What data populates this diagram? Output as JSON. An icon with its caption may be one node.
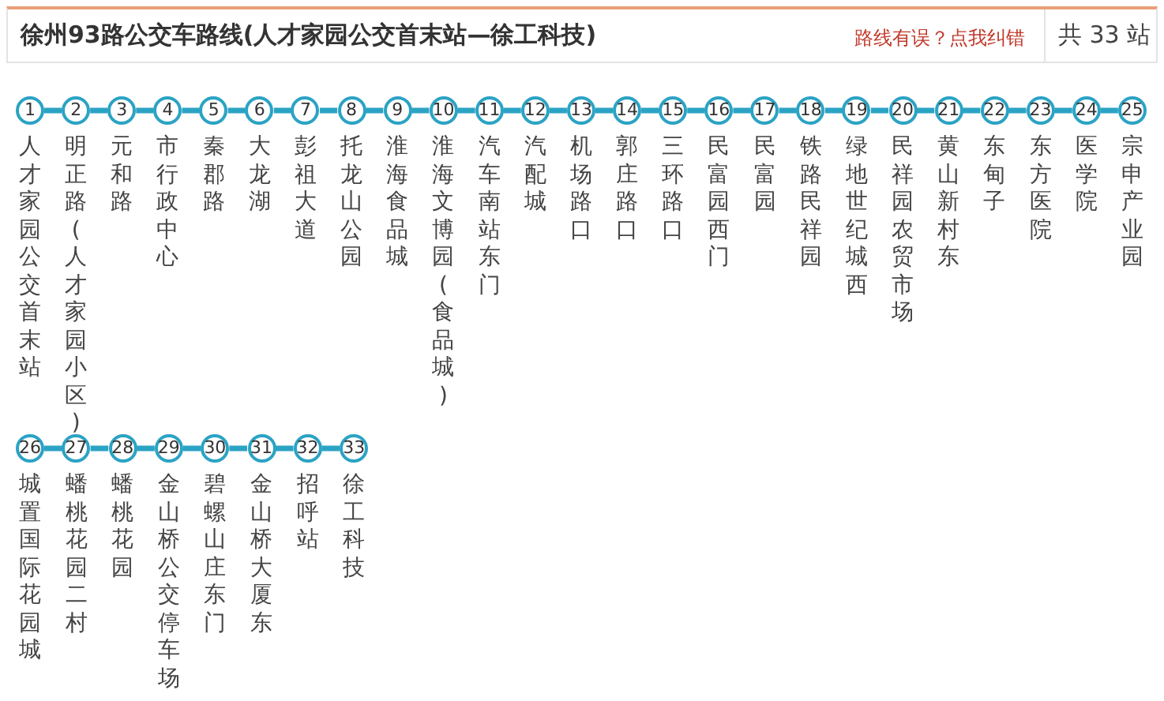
{
  "diagram": {
    "title": "徐州93路公交车路线(人才家园公交首末站—徐工科技)",
    "nodes": [
      {
        "text": [
          "1"
        ],
        "beside": [
          "人才家园公交首末站"
        ]
      },
      {
        "text": [
          "2"
        ],
        "beside": [
          "明正路(人才家园小区)"
        ]
      },
      {
        "text": [
          "3"
        ],
        "beside": [
          "元和路"
        ]
      },
      {
        "text": [
          "4"
        ],
        "beside": [
          "市行政中心"
        ]
      },
      {
        "text": [
          "5"
        ],
        "beside": [
          "秦郡路"
        ]
      },
      {
        "text": [
          "6"
        ],
        "beside": [
          "大龙湖"
        ]
      },
      {
        "text": [
          "7"
        ],
        "beside": [
          "彭祖大道"
        ]
      },
      {
        "text": [
          "8"
        ],
        "beside": [
          "托龙山公园"
        ]
      },
      {
        "text": [
          "9"
        ],
        "beside": [
          "淮海食品城"
        ]
      },
      {
        "text": [
          "10"
        ],
        "beside": [
          "淮海文博园(食品城)"
        ]
      },
      {
        "text": [
          "11"
        ],
        "beside": [
          "汽车南站东门"
        ]
      },
      {
        "text": [
          "12"
        ],
        "beside": [
          "汽配城"
        ]
      },
      {
        "text": [
          "13"
        ],
        "beside": [
          "机场路口"
        ]
      },
      {
        "text": [
          "14"
        ],
        "beside": [
          "郭庄路口"
        ]
      },
      {
        "text": [
          "15"
        ],
        "beside": [
          "三环路口"
        ]
      },
      {
        "text": [
          "16"
        ],
        "beside": [
          "民富园西门"
        ]
      },
      {
        "text": [
          "17"
        ],
        "beside": [
          "民富园"
        ]
      },
      {
        "text": [
          "18"
        ],
        "beside": [
          "铁路民祥园"
        ]
      },
      {
        "text": [
          "19"
        ],
        "beside": [
          "绿地世纪城西"
        ]
      },
      {
        "text": [
          "20"
        ],
        "beside": [
          "民祥园农贸市场"
        ]
      },
      {
        "text": [
          "21"
        ],
        "beside": [
          "黄山新村东"
        ]
      },
      {
        "text": [
          "22"
        ],
        "beside": [
          "东甸子"
        ]
      },
      {
        "text": [
          "23"
        ],
        "beside": [
          "东方医院"
        ]
      },
      {
        "text": [
          "24"
        ],
        "beside": [
          "医学院"
        ]
      },
      {
        "text": [
          "25"
        ],
        "beside": [
          "宗申产业园"
        ]
      },
      {
        "text": [
          "26"
        ],
        "beside": [
          "城置国际花园城"
        ]
      },
      {
        "text": [
          "27"
        ],
        "beside": [
          "蟠桃花园二村"
        ]
      },
      {
        "text": [
          "28"
        ],
        "beside": [
          "蟠桃花园"
        ]
      },
      {
        "text": [
          "29"
        ],
        "beside": [
          "金山桥公交停车场"
        ]
      },
      {
        "text": [
          "30"
        ],
        "beside": [
          "碧螺山庄东门"
        ]
      },
      {
        "text": [
          "31"
        ],
        "beside": [
          "金山桥大厦东"
        ]
      },
      {
        "text": [
          "32"
        ],
        "beside": [
          "招呼站"
        ]
      },
      {
        "text": [
          "33"
        ],
        "beside": [
          "徐工科技"
        ]
      }
    ],
    "edges": [
      {
        "from": 0,
        "to": 1,
        "arrow": "none"
      },
      {
        "from": 1,
        "to": 2,
        "arrow": "none"
      },
      {
        "from": 2,
        "to": 3,
        "arrow": "none"
      },
      {
        "from": 3,
        "to": 4,
        "arrow": "none"
      },
      {
        "from": 4,
        "to": 5,
        "arrow": "none"
      },
      {
        "from": 5,
        "to": 6,
        "arrow": "none"
      },
      {
        "from": 6,
        "to": 7,
        "arrow": "none"
      },
      {
        "from": 7,
        "to": 8,
        "arrow": "none"
      },
      {
        "from": 8,
        "to": 9,
        "arrow": "none"
      },
      {
        "from": 9,
        "to": 10,
        "arrow": "none"
      },
      {
        "from": 10,
        "to": 11,
        "arrow": "none"
      },
      {
        "from": 11,
        "to": 12,
        "arrow": "none"
      },
      {
        "from": 12,
        "to": 13,
        "arrow": "none"
      },
      {
        "from": 13,
        "to": 14,
        "arrow": "none"
      },
      {
        "from": 14,
        "to": 15,
        "arrow": "none"
      },
      {
        "from": 15,
        "to": 16,
        "arrow": "none"
      },
      {
        "from": 16,
        "to": 17,
        "arrow": "none"
      },
      {
        "from": 17,
        "to": 18,
        "arrow": "none"
      },
      {
        "from": 18,
        "to": 19,
        "arrow": "none"
      },
      {
        "from": 19,
        "to": 20,
        "arrow": "none"
      },
      {
        "from": 20,
        "to": 21,
        "arrow": "none"
      },
      {
        "from": 21,
        "to": 22,
        "arrow": "none"
      },
      {
        "from": 22,
        "to": 23,
        "arrow": "none"
      },
      {
        "from": 23,
        "to": 24,
        "arrow": "none"
      },
      {
        "from": 25,
        "to": 26,
        "arrow": "none"
      },
      {
        "from": 26,
        "to": 27,
        "arrow": "none"
      },
      {
        "from": 27,
        "to": 28,
        "arrow": "none"
      },
      {
        "from": 28,
        "to": 29,
        "arrow": "none"
      },
      {
        "from": 29,
        "to": 30,
        "arrow": "none"
      },
      {
        "from": 30,
        "to": 31,
        "arrow": "none"
      },
      {
        "from": 31,
        "to": 32,
        "arrow": "none"
      }
    ],
    "labels": [
      "路线有误？点我纠错",
      "共 33 站"
    ]
  }
}
